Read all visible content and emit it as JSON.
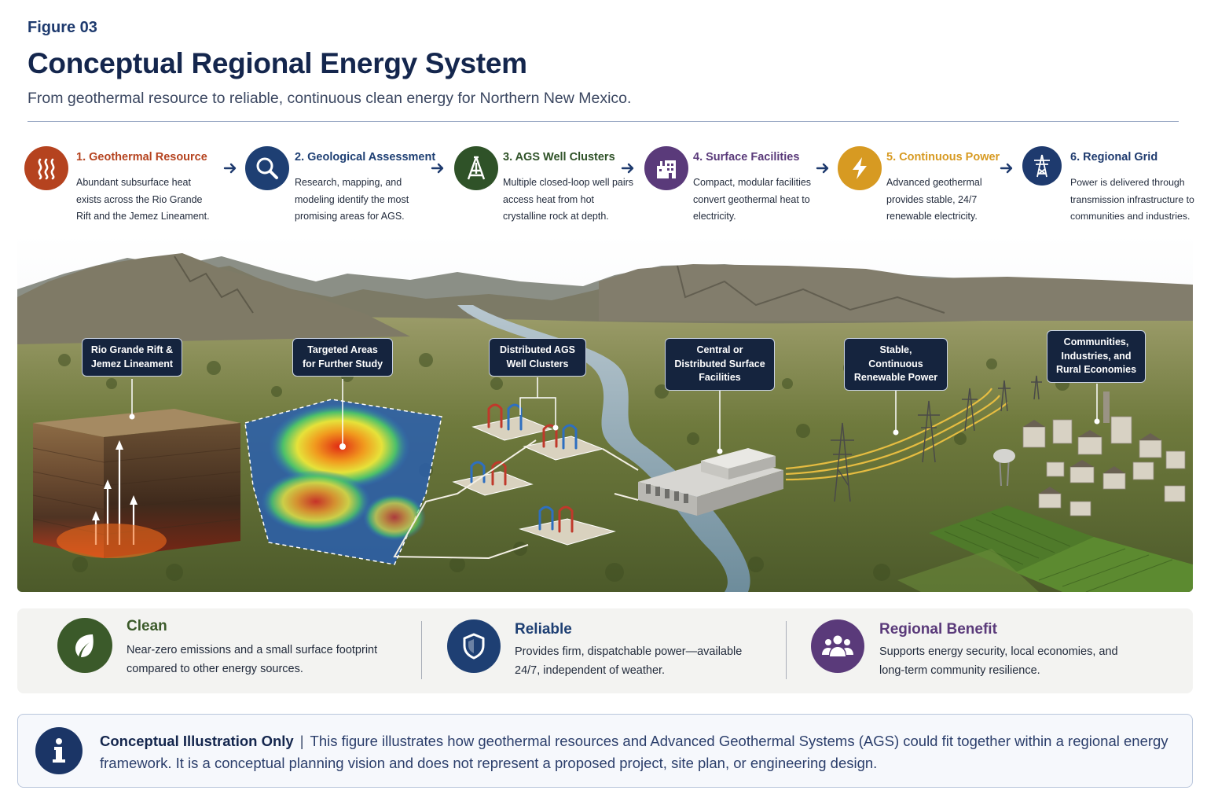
{
  "header": {
    "figure_label": "Figure 03",
    "title": "Conceptual Regional Energy System",
    "subtitle": "From geothermal resource to reliable, continuous clean energy for Northern New Mexico."
  },
  "steps": [
    {
      "title": "1. Geothermal Resource",
      "desc": "Abundant subsurface heat exists across the Rio Grande Rift and the Jemez Lineament.",
      "icon": "heat-waves-icon",
      "color": "#b5431f"
    },
    {
      "title": "2. Geological Assessment",
      "desc": "Research, mapping, and modeling identify the most promising areas for AGS.",
      "icon": "magnifier-icon",
      "color": "#1e3f73"
    },
    {
      "title": "3. AGS Well Clusters",
      "desc": "Multiple closed-loop well pairs access heat from hot crystalline rock at depth.",
      "icon": "drill-rig-icon",
      "color": "#2f5228"
    },
    {
      "title": "4. Surface Facilities",
      "desc": "Compact, modular facilities convert geothermal heat to electricity.",
      "icon": "facility-icon",
      "color": "#5a3a7a"
    },
    {
      "title": "5. Continuous Power",
      "desc": "Advanced geothermal provides stable, 24/7 renewable electricity.",
      "icon": "lightning-icon",
      "color": "#d79a22"
    },
    {
      "title": "6. Regional Grid",
      "desc": "Power is delivered through transmission infrastructure to communities and industries.",
      "icon": "transmission-tower-icon",
      "color": "#1e3a6e"
    }
  ],
  "callouts": [
    "Rio Grande Rift & Jemez Lineament",
    "Targeted Areas for Further Study",
    "Distributed AGS Well Clusters",
    "Central or Distributed Surface Facilities",
    "Stable, Continuous Renewable Power",
    "Communities, Industries, and Rural Economies"
  ],
  "benefits": [
    {
      "title": "Clean",
      "desc": "Near-zero emissions and a small surface footprint compared to other energy sources.",
      "icon": "leaf-icon",
      "color": "#3b5a2a"
    },
    {
      "title": "Reliable",
      "desc": "Provides firm, dispatchable power—available 24/7, independent of weather.",
      "icon": "shield-icon",
      "color": "#1e3f73"
    },
    {
      "title": "Regional Benefit",
      "desc": "Supports energy security, local economies, and long-term community resilience.",
      "icon": "people-icon",
      "color": "#5a3a7a"
    }
  ],
  "note": {
    "title": "Conceptual Illustration Only",
    "separator": "|",
    "text": "This figure illustrates how geothermal resources and Advanced Geothermal Systems (AGS) could fit together within a regional energy framework. It is a conceptual planning vision and does not represent a proposed project, site plan, or engineering design."
  }
}
